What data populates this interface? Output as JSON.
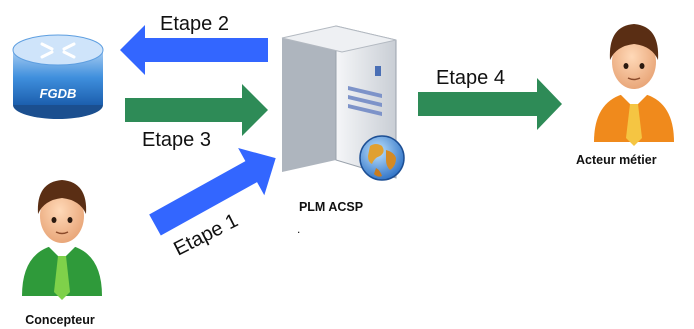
{
  "nodes": {
    "router_label": "FGDB",
    "server_label": "PLM ACSP",
    "server_dot": ".",
    "designer_label": "Concepteur",
    "business_label": "Acteur métier"
  },
  "steps": {
    "step1": "Etape 1",
    "step2": "Etape 2",
    "step3": "Etape 3",
    "step4": "Etape 4"
  },
  "colors": {
    "blue_arrow": "#3366ff",
    "green_arrow": "#2e8b57",
    "router_blue": "#2f7fd1",
    "server_gray": "#d9dde2",
    "person_green": "#2f9a3a",
    "person_orange": "#f08a1c",
    "tie_green": "#7fd14a"
  },
  "icons": {
    "router": "router-icon",
    "server": "server-icon",
    "globe": "globe-icon",
    "designer": "person-green-icon",
    "business": "person-orange-icon"
  }
}
